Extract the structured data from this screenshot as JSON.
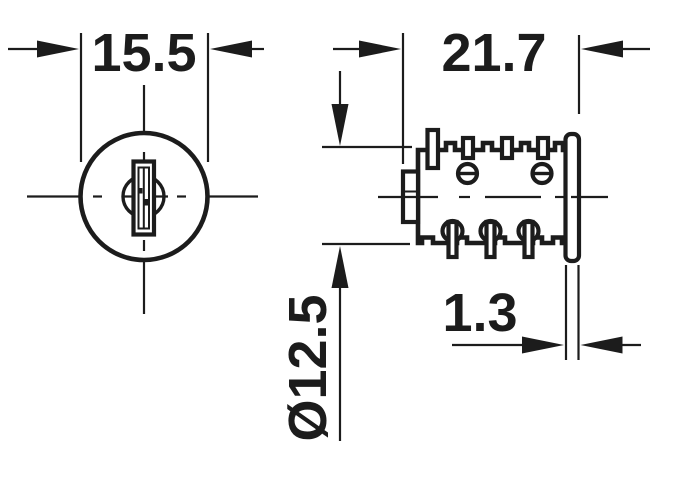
{
  "drawing": {
    "type": "technical-dimension-drawing",
    "subject": "lock-cylinder-front-and-side-view",
    "colors": {
      "ink": "#1c1c1c",
      "background": "#ffffff"
    },
    "dimensions": {
      "front_width": "15.5",
      "side_length": "21.7",
      "flange_thickness": "1.3",
      "diameter": "Ø12.5"
    }
  }
}
